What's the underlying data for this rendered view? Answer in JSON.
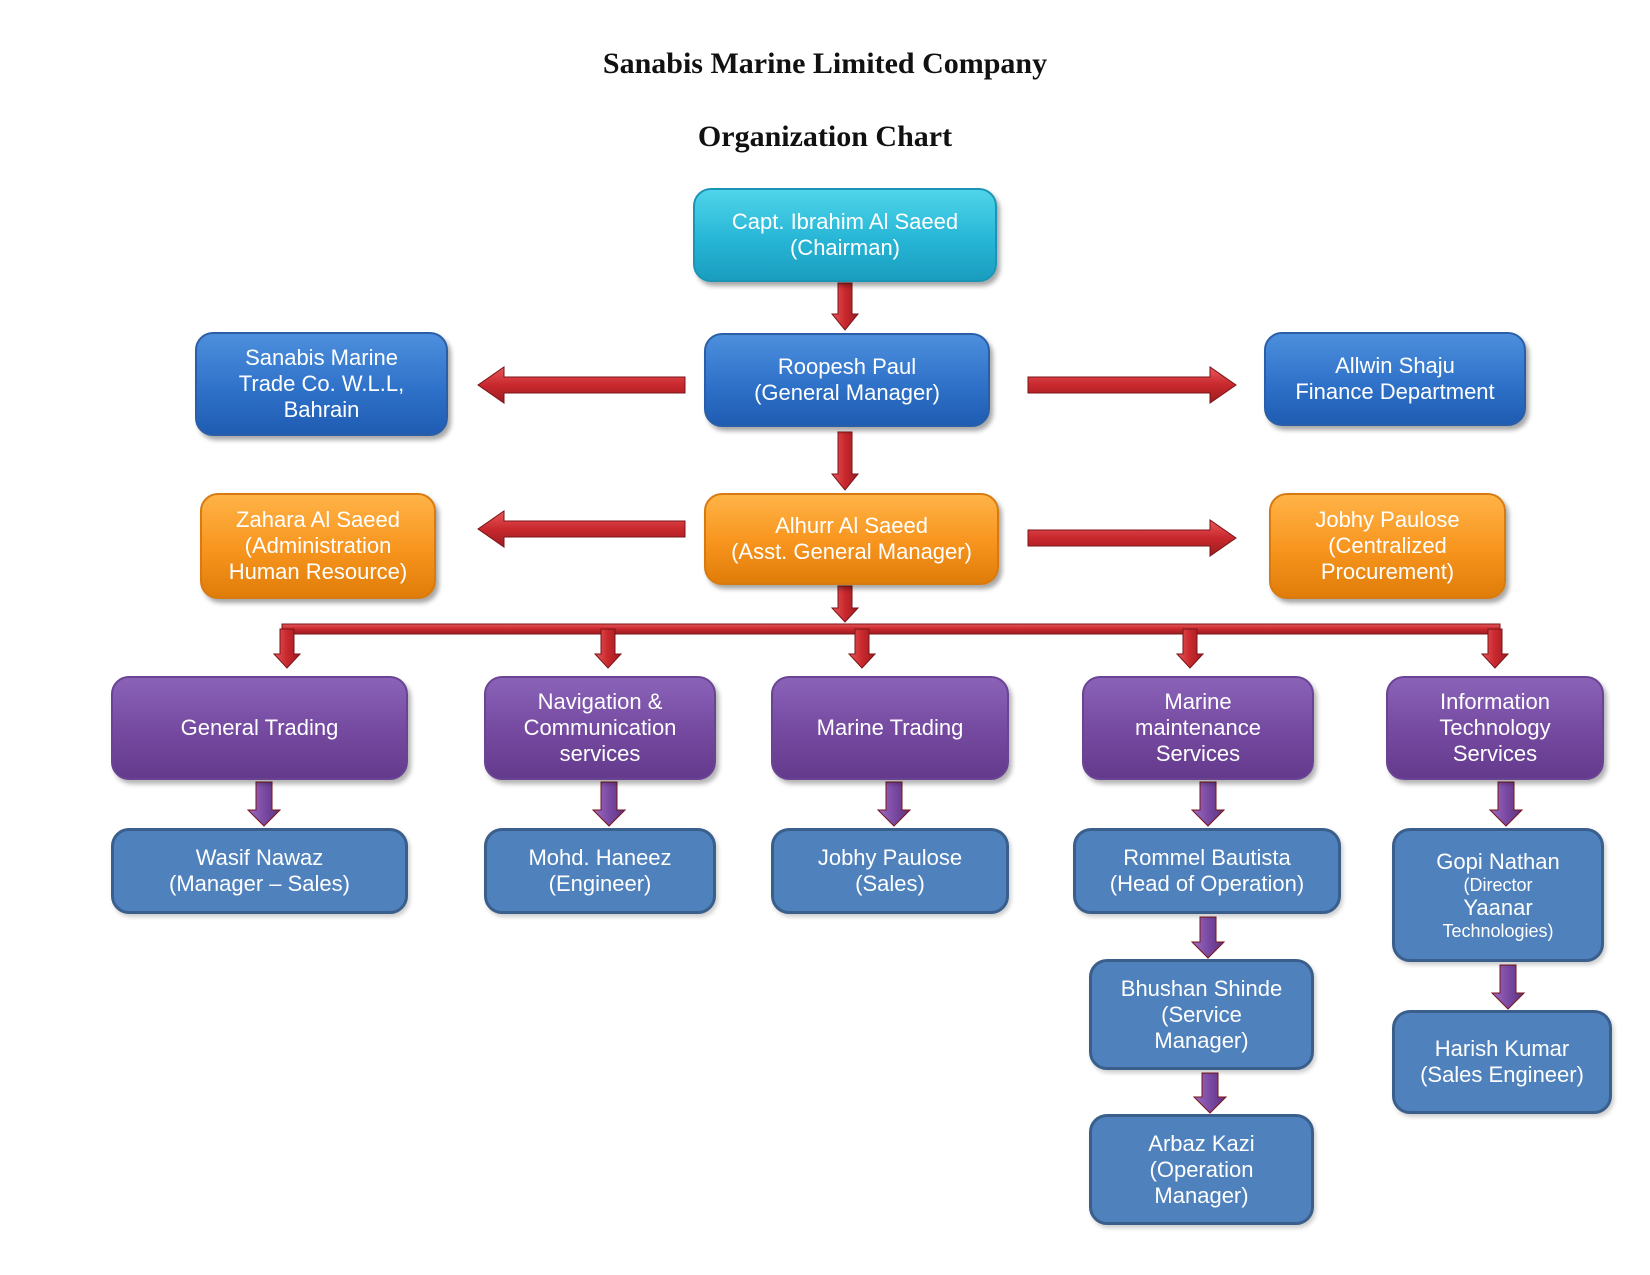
{
  "header": {
    "company": "Sanabis Marine Limited Company",
    "subtitle": "Organization Chart"
  },
  "colors": {
    "chairman": "#27b6d6",
    "management": "#2f72c9",
    "assistant": "#f7941d",
    "department": "#74499f",
    "staff": "#4f81bd",
    "red_arrow": "#c8282d",
    "purple_arrow": "#7b4aa3"
  },
  "chart": {
    "chairman": {
      "name": "Capt. Ibrahim Al Saeed",
      "role": "(Chairman)"
    },
    "general_manager": {
      "name": "Roopesh Paul",
      "role": "(General Manager)"
    },
    "bahrain": {
      "line1": "Sanabis Marine",
      "line2": "Trade Co. W.L.L,",
      "line3": "Bahrain"
    },
    "finance": {
      "name": "Allwin Shaju",
      "role": "Finance Department"
    },
    "asst_gm": {
      "name": "Alhurr Al Saeed",
      "role": "(Asst. General Manager)"
    },
    "admin": {
      "name": "Zahara Al Saeed",
      "role1": "(Administration",
      "role2": "Human Resource)"
    },
    "procurement": {
      "name": "Jobhy Paulose",
      "role1": "(Centralized",
      "role2": "Procurement)"
    },
    "departments": [
      {
        "lines": [
          "General Trading"
        ]
      },
      {
        "lines": [
          "Navigation &",
          "Communication",
          "services"
        ]
      },
      {
        "lines": [
          "Marine Trading"
        ]
      },
      {
        "lines": [
          "Marine",
          "maintenance",
          "Services"
        ]
      },
      {
        "lines": [
          "Information",
          "Technology",
          "Services"
        ]
      }
    ],
    "staff": {
      "wasif": {
        "name": "Wasif Nawaz",
        "role": "(Manager – Sales)"
      },
      "haneez": {
        "name": "Mohd. Haneez",
        "role": "(Engineer)"
      },
      "jobhy_sales": {
        "name": "Jobhy Paulose",
        "role": "(Sales)"
      },
      "rommel": {
        "name": "Rommel Bautista",
        "role": "(Head of Operation)"
      },
      "bhushan": {
        "name": "Bhushan Shinde",
        "role1": "(Service",
        "role2": "Manager)"
      },
      "arbaz": {
        "name": "Arbaz Kazi",
        "role1": "(Operation",
        "role2": "Manager)"
      },
      "gopi": {
        "name": "Gopi Nathan",
        "role1": "(Director",
        "role2": "Yaanar",
        "role3": "Technologies)"
      },
      "harish": {
        "name": "Harish Kumar",
        "role": "(Sales Engineer)"
      }
    }
  }
}
